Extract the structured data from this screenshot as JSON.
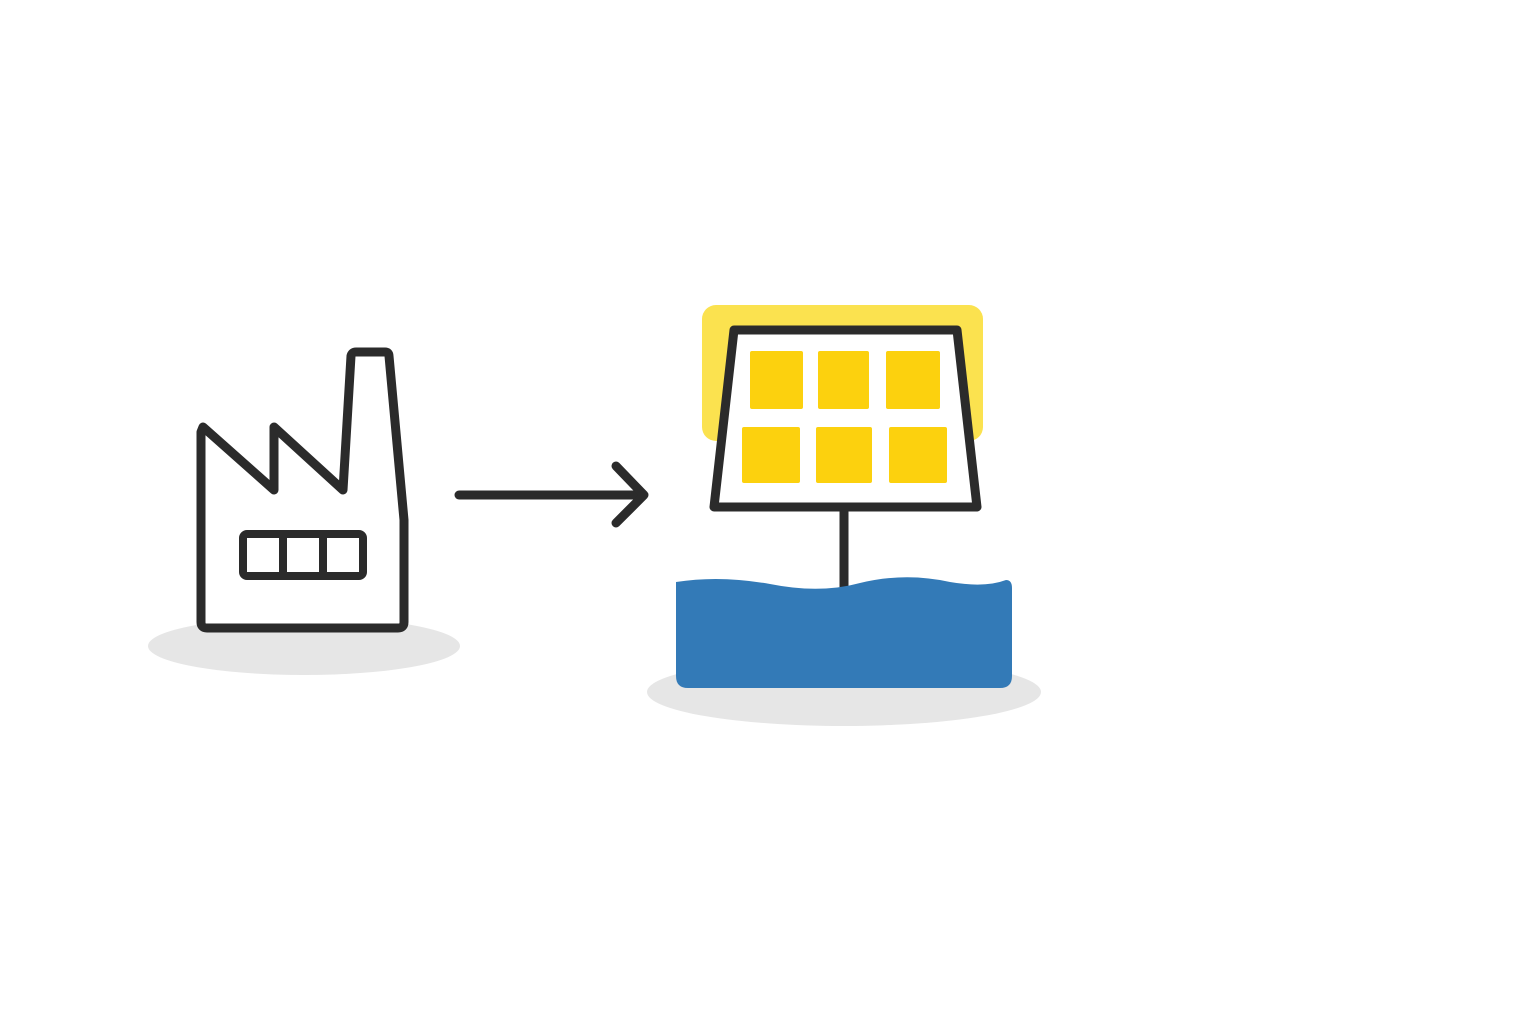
{
  "diagram": {
    "nodes": [
      {
        "id": "factory",
        "icon": "factory-icon"
      },
      {
        "id": "floating-solar",
        "icon": "floating-solar-panel-icon"
      }
    ],
    "edges": [
      {
        "from": "factory",
        "to": "floating-solar",
        "icon": "right-arrow-icon"
      }
    ]
  },
  "colors": {
    "background": "#ffffff",
    "outline": "#2b2b2b",
    "shadow": "#e6e6e6",
    "solar_glow": "#fbe24f",
    "solar_cell": "#fcd10e",
    "water": "#337ab7",
    "fill": "#ffffff"
  }
}
